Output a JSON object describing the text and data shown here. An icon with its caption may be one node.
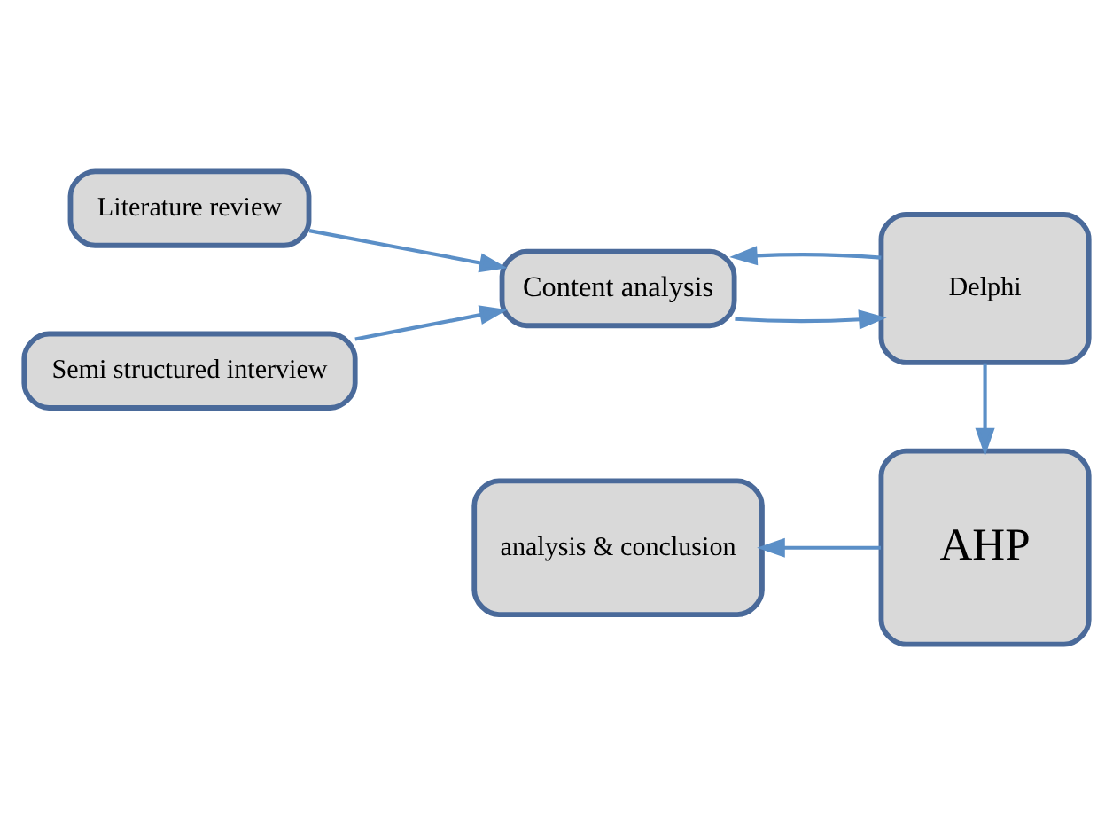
{
  "diagram": {
    "nodes": [
      {
        "text": [
          "Literature review"
        ]
      },
      {
        "text": [
          "Semi structured interview"
        ]
      },
      {
        "text": [
          "Content analysis"
        ]
      },
      {
        "text": [
          "Delphi"
        ]
      },
      {
        "text": [
          "AHP"
        ]
      },
      {
        "text": [
          "analysis & conclusion"
        ]
      }
    ],
    "edges": [
      {
        "from": 0,
        "to": 2,
        "arrow": "to"
      },
      {
        "from": 1,
        "to": 2,
        "arrow": "to"
      },
      {
        "from": 2,
        "to": 3,
        "arrow": "to"
      },
      {
        "from": 3,
        "to": 2,
        "arrow": "to"
      },
      {
        "from": 3,
        "to": 4,
        "arrow": "to"
      },
      {
        "from": 4,
        "to": 5,
        "arrow": "to"
      }
    ]
  }
}
